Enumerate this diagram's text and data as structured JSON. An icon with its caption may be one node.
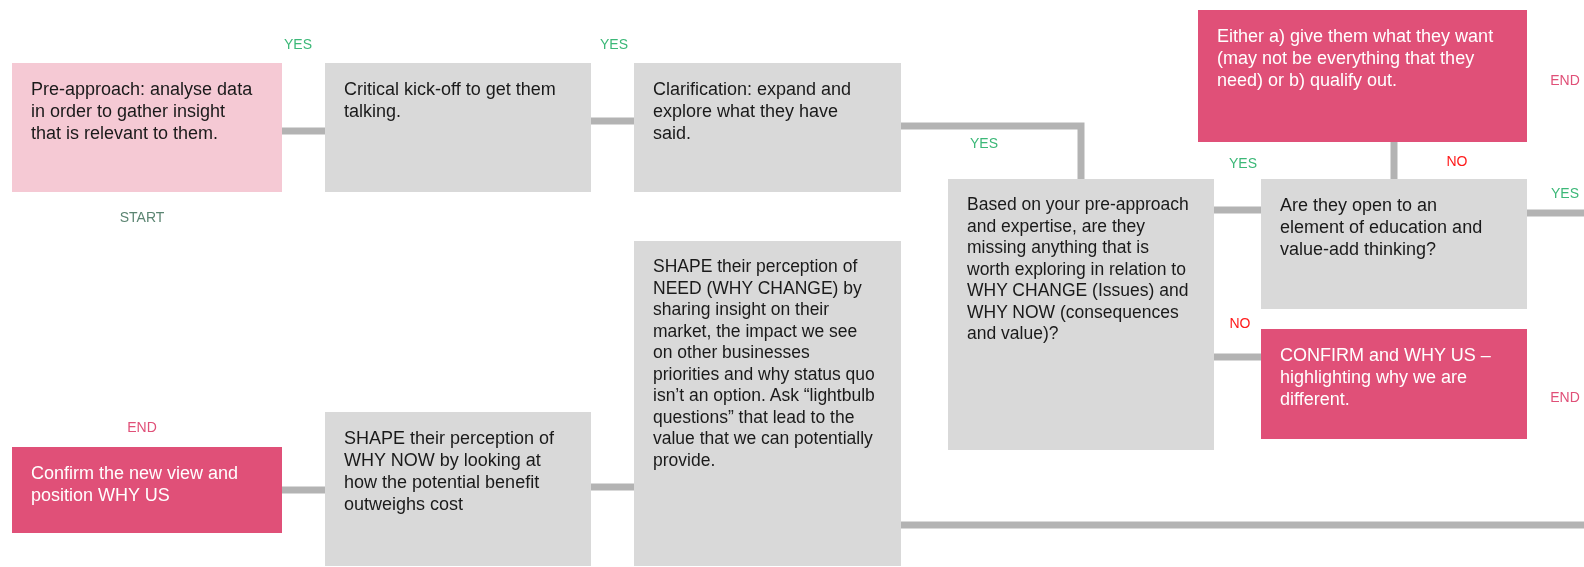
{
  "diagram": {
    "nodes": [
      {
        "text": [
          "Pre-approach: analyse data in order to gather insight that is relevant to them."
        ],
        "beside": [
          "START"
        ]
      },
      {
        "text": [
          "Critical kick-off to get them talking."
        ]
      },
      {
        "text": [
          "Clarification: expand and explore what they have said."
        ]
      },
      {
        "text": [
          "Based on your pre-approach and expertise, are they missing anything that is worth exploring in relation to WHY CHANGE (Issues) and WHY NOW (consequences and value)?"
        ]
      },
      {
        "text": [
          "Are they open to an element of education and value-add thinking?"
        ]
      },
      {
        "text": [
          "Either a) give them what they want (may not be everything that they need) or b) qualify out."
        ],
        "beside": [
          "END"
        ]
      },
      {
        "text": [
          "CONFIRM and WHY US – highlighting why we are different."
        ],
        "beside": [
          "END"
        ]
      },
      {
        "text": [
          "SHAPE their perception of NEED (WHY CHANGE) by sharing insight on their market, the impact we see on other businesses priorities and why status quo isn’t an option. Ask “lightbulb questions” that lead to the value that we can potentially provide."
        ]
      },
      {
        "text": [
          "SHAPE their perception of WHY NOW by looking at how the potential  benefit outweighs cost"
        ]
      },
      {
        "text": [
          "Confirm the new view and position WHY US"
        ],
        "beside": [
          "END"
        ]
      }
    ],
    "edges": [
      {
        "from": 0,
        "to": 1,
        "arrow": "none"
      },
      {
        "from": 1,
        "to": 2,
        "arrow": "none"
      },
      {
        "from": 2,
        "to": 3,
        "arrow": "none",
        "label": "YES"
      },
      {
        "from": 3,
        "to": 4,
        "arrow": "none",
        "label": "YES"
      },
      {
        "from": 4,
        "to": 5,
        "arrow": "none",
        "label": "NO"
      },
      {
        "from": 3,
        "to": 6,
        "arrow": "none",
        "label": "NO"
      },
      {
        "from": 4,
        "to": null,
        "arrow": "none",
        "label": "YES"
      },
      {
        "from": 7,
        "to": null,
        "arrow": "none"
      },
      {
        "from": 7,
        "to": 8,
        "arrow": "none"
      },
      {
        "from": 8,
        "to": 9,
        "arrow": "none"
      }
    ],
    "labels": [
      "YES",
      "YES"
    ]
  }
}
